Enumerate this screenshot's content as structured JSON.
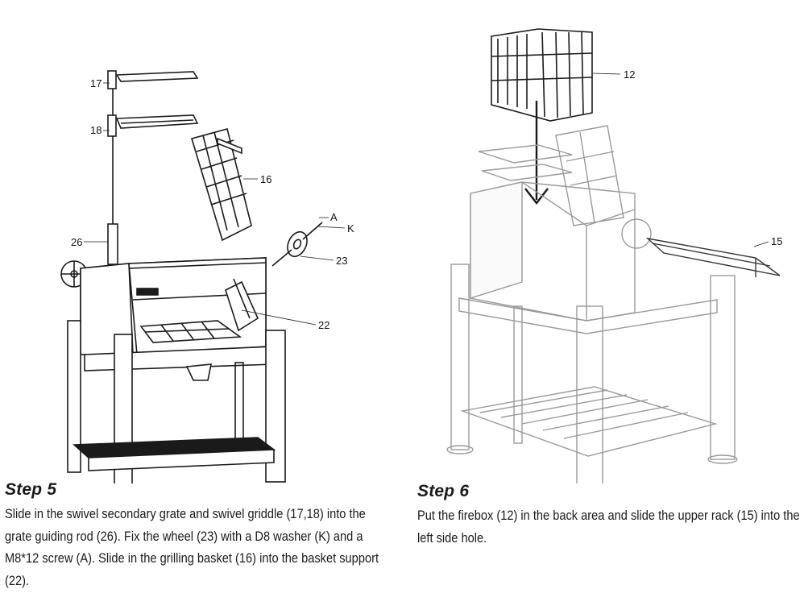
{
  "step5": {
    "title": "Step 5",
    "text": "Slide in the swivel secondary grate and swivel griddle (17,18) into the grate guiding rod (26). Fix the wheel (23) with a D8 washer (K) and a M8*12 screw (A). Slide in the grilling basket (16) into the basket support (22).",
    "callouts": [
      "17",
      "18",
      "16",
      "26",
      "A",
      "K",
      "23",
      "22"
    ]
  },
  "step6": {
    "title": "Step 6",
    "text": "Put the firebox (12) in the back area and slide the upper rack (15) into the left side hole.",
    "callouts": [
      "12",
      "15"
    ]
  }
}
